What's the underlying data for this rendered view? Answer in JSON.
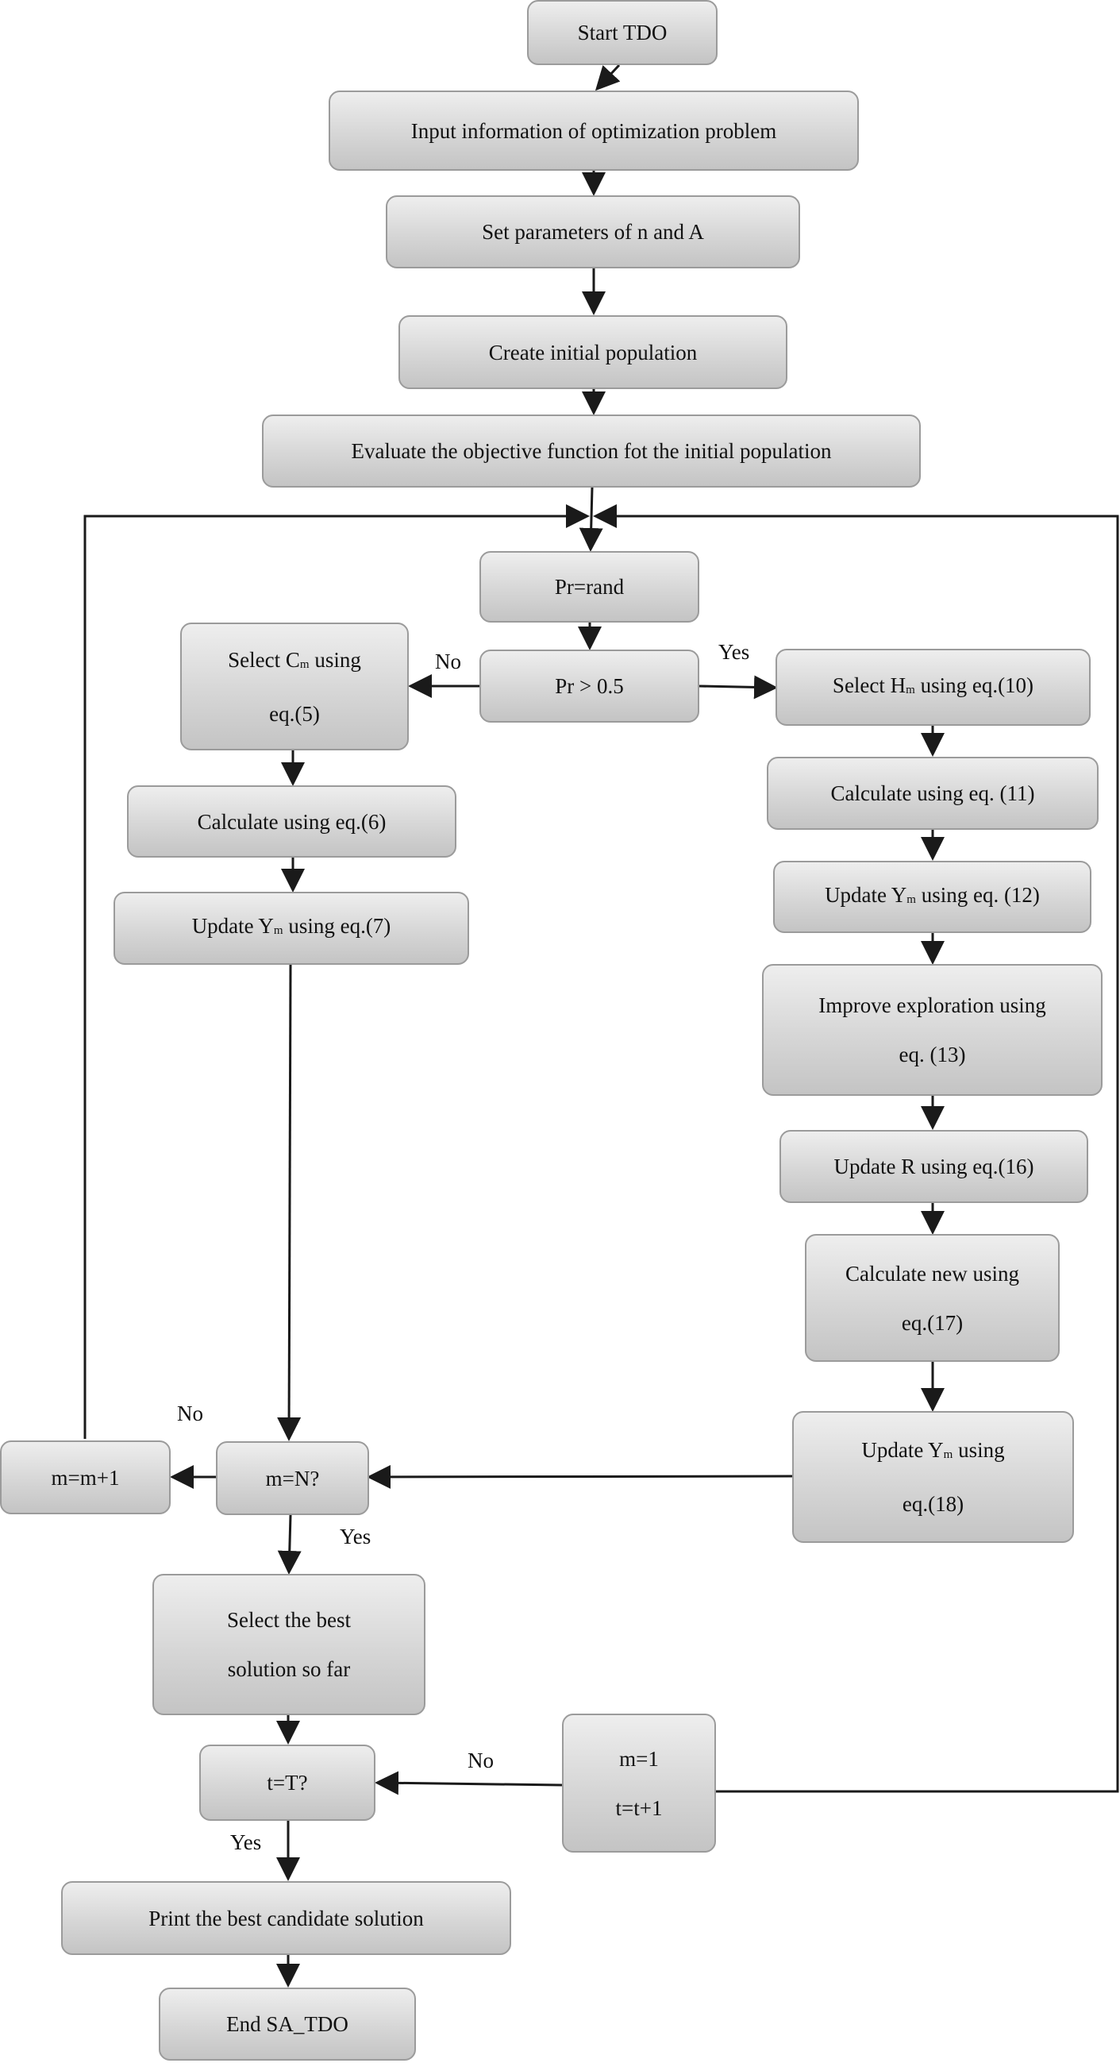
{
  "nodes": {
    "start": "Start TDO",
    "input": "Input information of optimization problem",
    "params": "Set parameters of n and A",
    "init_pop": "Create initial population",
    "evaluate": "Evaluate the objective function fot the initial population",
    "pr_rand": "Pr=rand",
    "pr_check": "Pr > 0.5",
    "select_c": {
      "line1": "Select C",
      "sub": "m",
      "line1_end": " using",
      "line2": "eq.(5)"
    },
    "calc6": "Calculate using eq.(6)",
    "update7": {
      "pre": "Update Y",
      "sub": "m",
      "post": " using eq.(7)"
    },
    "select_h": {
      "pre": "Select H",
      "sub": "m",
      "post": " using eq.(10)"
    },
    "calc11": "Calculate using eq. (11)",
    "update12": {
      "pre": "Update Y",
      "sub": "m",
      "post": " using eq. (12)"
    },
    "improve13": {
      "line1": "Improve exploration using",
      "line2": "eq. (13)"
    },
    "update_r16": "Update R using eq.(16)",
    "calc17": {
      "line1": "Calculate new using",
      "line2": "eq.(17)"
    },
    "update18": {
      "line1_pre": "Update Y",
      "sub": "m",
      "line1_post": " using",
      "line2": "eq.(18)"
    },
    "m_check": "m=N?",
    "m_inc": "m=m+1",
    "best": {
      "line1": "Select the best",
      "line2": "solution so far"
    },
    "t_check": "t=T?",
    "reset": {
      "line1": "m=1",
      "line2": "t=t+1"
    },
    "print": "Print the best candidate solution",
    "end": "End SA_TDO"
  },
  "labels": {
    "no_pr": "No",
    "yes_pr": "Yes",
    "no_m": "No",
    "yes_m": "Yes",
    "no_t": "No",
    "yes_t": "Yes"
  },
  "colors": {
    "box_top": "#eeeeee",
    "box_bottom": "#c4c4c4",
    "box_border": "#9b9b9b",
    "line": "#1a1a1a"
  }
}
